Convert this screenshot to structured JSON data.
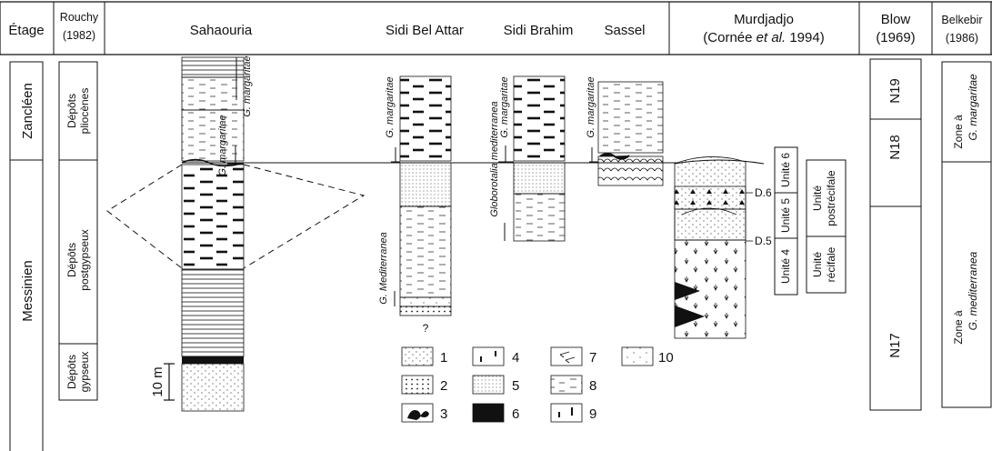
{
  "header": {
    "etage": "Étage",
    "rouchy_name": "Rouchy",
    "rouchy_year": "(1982)",
    "sahaouria": "Sahaouria",
    "sidi_bel_attar": "Sidi Bel Attar",
    "sidi_brahim": "Sidi Brahim",
    "sassel": "Sassel",
    "murdjadjo_name": "Murdjadjo",
    "murdjadjo_ref_a": "(Cornée ",
    "murdjadjo_ref_b": "et al.",
    "murdjadjo_ref_c": " 1994)",
    "blow_name": "Blow",
    "blow_year": "(1969)",
    "belkebir_name": "Belkebir",
    "belkebir_year": "(1986)"
  },
  "stages": {
    "zanclean": "Zancléen",
    "messinian": "Messinien"
  },
  "rouchy_units": {
    "pliocene_1": "Dépôts",
    "pliocene_2": "pliocènes",
    "postgypseux_1": "Dépôts",
    "postgypseux_2": "postgypseux",
    "gypseux_1": "Dépôts",
    "gypseux_2": "gypseux"
  },
  "species": {
    "g_margaritae": "G. margaritae",
    "g_mediterranea_cap": "G. Mediterranea",
    "globorotalia_mediterranea": "Globorotalia mediterranea"
  },
  "murdjadjo": {
    "d6": "D.6",
    "d5": "D.5",
    "unite6": "Unité 6",
    "unite5": "Unité 5",
    "unite4": "Unité 4",
    "postrecifale_1": "Unité",
    "postrecifale_2": "postrécifale",
    "recifale_1": "Unité",
    "recifale_2": "récifale"
  },
  "blow_zones": {
    "n19": "N19",
    "n18": "N18",
    "n17": "N17"
  },
  "belkebir_zones": {
    "margaritae_1": "Zone à",
    "margaritae_2": "G. margaritae",
    "mediterranea_1": "Zone à",
    "mediterranea_2": "G. mediterranea"
  },
  "scale": {
    "label": "10 m"
  },
  "question_mark": "?",
  "legend": [
    {
      "num": "1",
      "pattern": "sandy-dots"
    },
    {
      "num": "2",
      "pattern": "vertical-dotted-lines"
    },
    {
      "num": "3",
      "pattern": "conglomerate"
    },
    {
      "num": "4",
      "pattern": "marl-ticks"
    },
    {
      "num": "5",
      "pattern": "fine-vertical-dots"
    },
    {
      "num": "6",
      "pattern": "solid-black"
    },
    {
      "num": "7",
      "pattern": "arrows"
    },
    {
      "num": "8",
      "pattern": "dashed-sand"
    },
    {
      "num": "9",
      "pattern": "tick-marks"
    },
    {
      "num": "10",
      "pattern": "sparse-dots"
    }
  ]
}
